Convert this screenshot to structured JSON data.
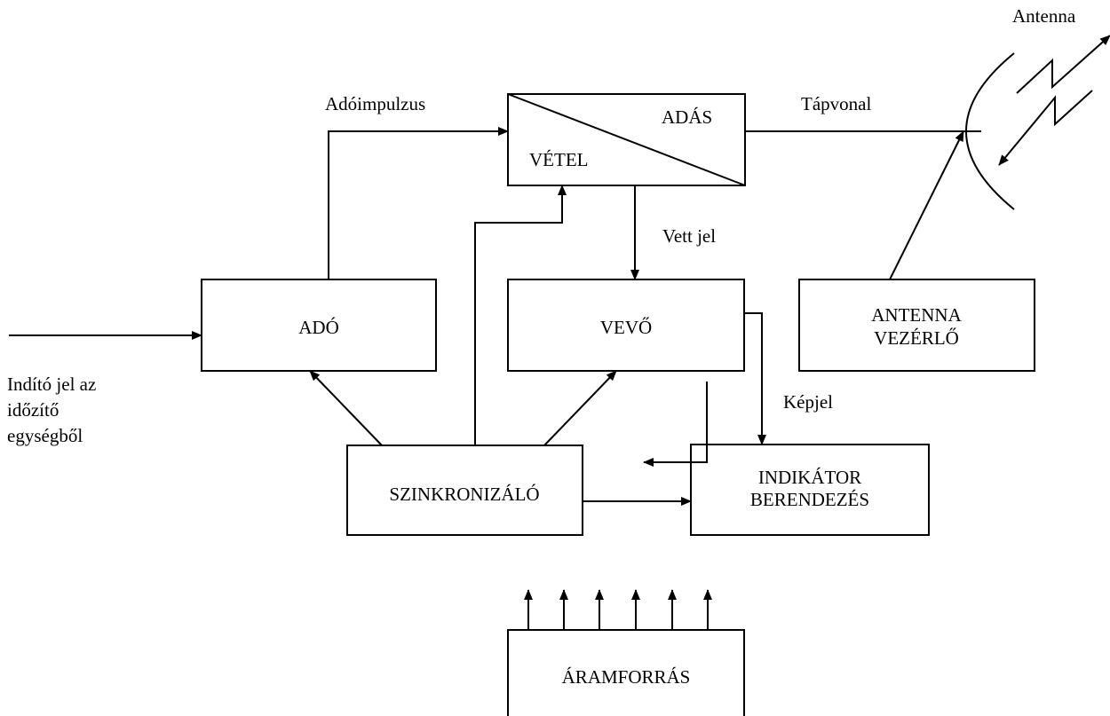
{
  "diagram": {
    "blocks": {
      "duplexer_tx": "ADÁS",
      "duplexer_rx": "VÉTEL",
      "transmitter": "ADÓ",
      "receiver": "VEVŐ",
      "antenna_control_line1": "ANTENNA",
      "antenna_control_line2": "VEZÉRLŐ",
      "synchronizer": "SZINKRONIZÁLÓ",
      "indicator_line1": "INDIKÁTOR",
      "indicator_line2": "BERENDEZÉS",
      "power_supply": "ÁRAMFORRÁS"
    },
    "labels": {
      "antenna": "Antenna",
      "tx_pulse": "Adóimpulzus",
      "feedline": "Tápvonal",
      "received_signal": "Vett jel",
      "video_signal": "Képjel",
      "trigger_line1": "Indító jel az",
      "trigger_line2": "időzítő",
      "trigger_line3": "egységből"
    },
    "colors": {
      "line": "#000000",
      "background": "#ffffff"
    }
  }
}
